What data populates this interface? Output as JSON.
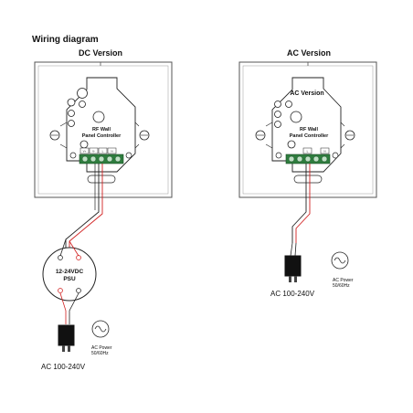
{
  "title": "Wiring diagram",
  "dc": {
    "heading": "DC Version",
    "panel_line1": "RF Wall",
    "panel_line2": "Panel Controller",
    "psu_line1": "12-24VDC",
    "psu_line2": "PSU",
    "terminal_marks": [
      "V+",
      "V-",
      "L",
      "N"
    ],
    "ac_power_line1": "AC Power",
    "ac_power_line2": "50/60Hz",
    "ac_input": "AC 100-240V"
  },
  "ac": {
    "heading": "AC Version",
    "panel_heading": "AC Version",
    "panel_line1": "RF Wall",
    "panel_line2": "Panel Controller",
    "terminal_marks": [
      "L",
      "N"
    ],
    "ac_power_line1": "AC Power",
    "ac_power_line2": "50/60Hz",
    "ac_input": "AC 100-240V"
  },
  "colors": {
    "line": "#222222",
    "wire_red": "#d11f1f",
    "terminal_green": "#2e7d3e",
    "plate_edge": "#555555"
  }
}
